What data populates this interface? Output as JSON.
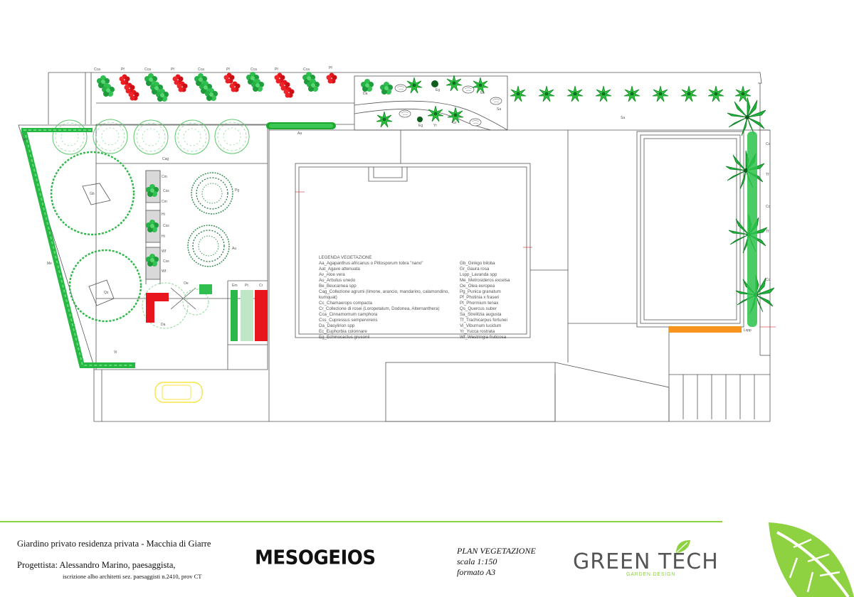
{
  "plan_labels": {
    "top_row": [
      "Cca",
      "Pf",
      "Cca",
      "Pf",
      "Cca",
      "Pf",
      "Cca",
      "Pf",
      "Cca",
      "Pf"
    ],
    "aa": "Aa",
    "cag": "Cag",
    "vi": "Vi",
    "me": "Me",
    "gb": "Gb",
    "qs": "Qs",
    "cm": "Cm",
    "css": "Css",
    "hi": "Hi",
    "wf": "Wf",
    "pg": "Pg",
    "au": "Au",
    "oe": "Oe",
    "em": "Em",
    "pt": "Pt",
    "cr": "Cr",
    "da": "Da",
    "eg": "Eg",
    "yr": "Yr",
    "gr": "Gr",
    "ec": "Ec",
    "sa": "Sa",
    "cc": "Cc",
    "tf": "Tf",
    "lspp": "Lspp"
  },
  "legend": {
    "title": "LEGENDA VEGETAZIONE",
    "col1": [
      "Aa_Agapanthus africanus o Pittosporum tobra \"nano\"",
      "Aat_Agave attenuata",
      "Av_Aloe vera",
      "Au_Arbutus unedo",
      "Be_Beucarnea spp",
      "Cag_Collezione agrumi (limone, arancio, mandarino, calamondino,",
      "kumquat)",
      "Cc_Chamaerops compacta",
      "Cr_Collezione di rosei (Loropetalum, Dodonea, Alternanthera)",
      "Cca_Cinnamomum camphora",
      "Css_Cupressus sempervirens",
      "Da_Dasylirion spp",
      "Ec_Euphorbia colonnare",
      "Eg_Echinocactus grusonii"
    ],
    "col2": [
      "Gb_Ginkgo biloba",
      "Gr_Gaura rosa",
      "Lspp_Lavanda spp",
      "Me_Metrosideros excelsa",
      "Oe_Olea europea",
      "Pg_Punica granatum",
      "Pf_Photinia x fraseri",
      "Pt_Phormium tenax",
      "Qs_Quercus suber",
      "Sa_Strelitzia augusta",
      "Tf_Trachicarpus fortunei",
      "Vi_Viburnum lucidum",
      "Yr_Yucca rostrata",
      "Wf_Westringia fruticosa"
    ]
  },
  "footer": {
    "title": "Giardino privato residenza privata - Macchia di Giarre",
    "designer": "Progettista: Alessandro Marino, paesaggista,",
    "registration": "iscrizione albo architetti sez. paesaggisti n.2410, prov CT",
    "brand": "MESOGEIOS",
    "plan_name": "PLAN VEGETAZIONE",
    "scale": "scala 1:150",
    "format": "formato A3",
    "logo_word": "GREEN TECH",
    "logo_sub": "GARDEN DESIGN"
  },
  "colors": {
    "accent_green": "#8ed141",
    "shrub_green": "#22b54a",
    "pf_red": "#e8161c",
    "lavender_orange": "#f7941d",
    "car_yellow": "#f4e542",
    "line_gray": "#555555"
  }
}
